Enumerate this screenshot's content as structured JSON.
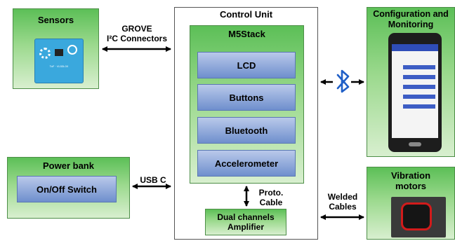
{
  "sensors": {
    "title": "Sensors",
    "board_text": "Time of Flight\nDistance Sensor(VL53L0X)\nv1.0"
  },
  "grove": {
    "line1": "GROVE",
    "line2": "I²C Connectors"
  },
  "control_unit": {
    "title": "Control Unit",
    "m5stack": {
      "title": "M5Stack",
      "modules": [
        "LCD",
        "Buttons",
        "Bluetooth",
        "Accelerometer"
      ]
    },
    "amplifier": {
      "line1": "Dual channels",
      "line2": "Amplifier"
    },
    "proto_cable": {
      "line1": "Proto.",
      "line2": "Cable"
    }
  },
  "power_bank": {
    "title": "Power bank",
    "switch": "On/Off Switch"
  },
  "usb": "USB C",
  "config": {
    "line1": "Configuration and",
    "line2": "Monitoring"
  },
  "vibration": {
    "line1": "Vibration",
    "line2": "motors"
  },
  "welded": {
    "line1": "Welded",
    "line2": "Cables"
  },
  "colors": {
    "green": "#6cc45f",
    "blue": "#7f9bd3",
    "bluetooth": "#1f5fc7"
  },
  "icons": [
    "bluetooth-icon",
    "phone-app-screenshot",
    "sensor-board-photo",
    "vibration-motor-photo"
  ]
}
